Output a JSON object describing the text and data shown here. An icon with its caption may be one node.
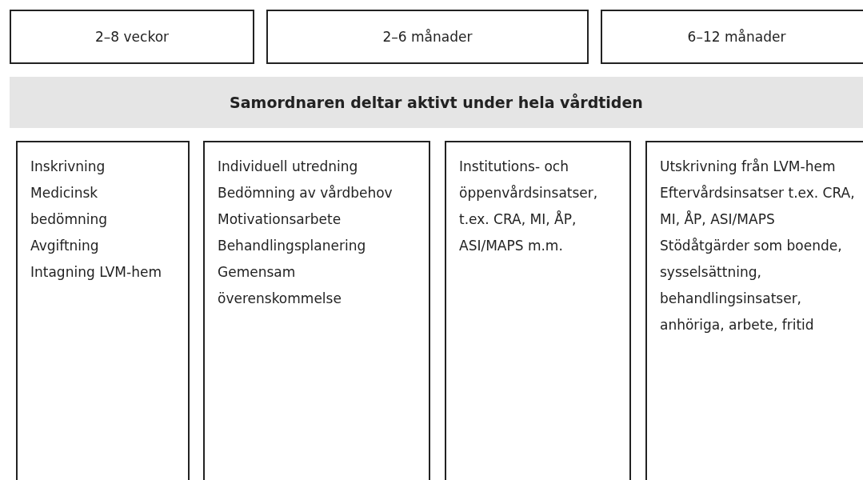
{
  "diagram": {
    "nodes": [
      {
        "text": [
          "2–8 veckor"
        ]
      },
      {
        "text": [
          "2–6 månader"
        ]
      },
      {
        "text": [
          "6–12 månader"
        ]
      },
      {
        "text": [
          "Samordnaren deltar aktivt under hela vårdtiden"
        ]
      },
      {
        "text": [
          "Inskrivning",
          "Medicinsk bedömning",
          "Avgiftning",
          "Intagning LVM-hem"
        ]
      },
      {
        "text": [
          "Individuell utredning",
          "Bedömning av vårdbehov",
          "Motivationsarbete",
          "Behandlingsplanering",
          "Gemensam överenskommelse"
        ]
      },
      {
        "text": [
          "Institutions- och öppenvårdsinsatser, t.ex. CRA, MI, ÅP, ASI/MAPS m.m."
        ]
      },
      {
        "text": [
          "Utskrivning från LVM-hem",
          "Eftervårdsinsatser t.ex. CRA, MI, ÅP, ASI/MAPS",
          "Stödåtgärder som boende, sysselsättning, behandlingsinsatser, anhöriga, arbete, fritid"
        ]
      }
    ]
  }
}
